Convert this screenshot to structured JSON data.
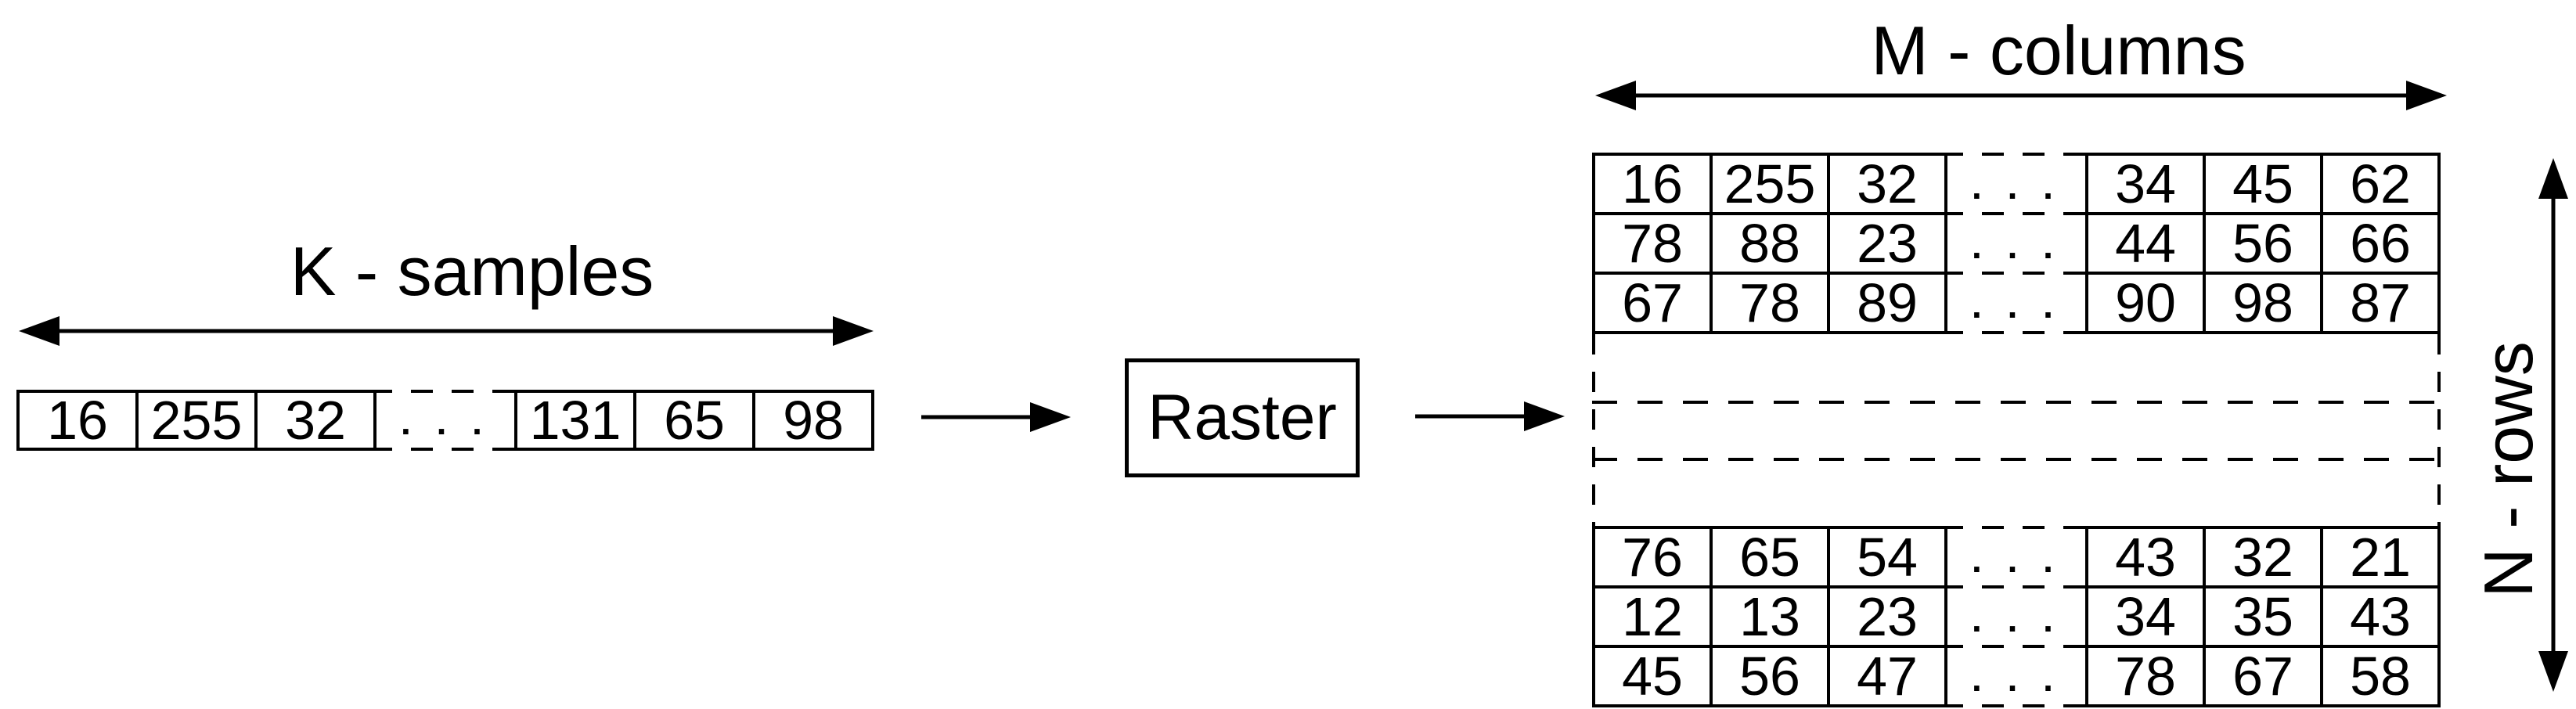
{
  "figure": {
    "background": "#ffffff",
    "stroke_color": "#000000",
    "left_strip": {
      "label": "K - samples",
      "cells_before_gap": [
        "16",
        "255",
        "32"
      ],
      "ellipsis": ". . .",
      "cells_after_gap": [
        "131",
        "65",
        "98"
      ]
    },
    "process": {
      "label": "Raster"
    },
    "matrix": {
      "columns_label": "M - columns",
      "rows_label": "N - rows",
      "ellipsis": ". . .",
      "top_rows": [
        {
          "left": [
            "16",
            "255",
            "32"
          ],
          "right": [
            "34",
            "45",
            "62"
          ]
        },
        {
          "left": [
            "78",
            "88",
            "23"
          ],
          "right": [
            "44",
            "56",
            "66"
          ]
        },
        {
          "left": [
            "67",
            "78",
            "89"
          ],
          "right": [
            "90",
            "98",
            "87"
          ]
        }
      ],
      "bottom_rows": [
        {
          "left": [
            "76",
            "65",
            "54"
          ],
          "right": [
            "43",
            "32",
            "21"
          ]
        },
        {
          "left": [
            "12",
            "13",
            "23"
          ],
          "right": [
            "34",
            "35",
            "43"
          ]
        },
        {
          "left": [
            "45",
            "56",
            "47"
          ],
          "right": [
            "78",
            "67",
            "58"
          ]
        }
      ]
    }
  }
}
